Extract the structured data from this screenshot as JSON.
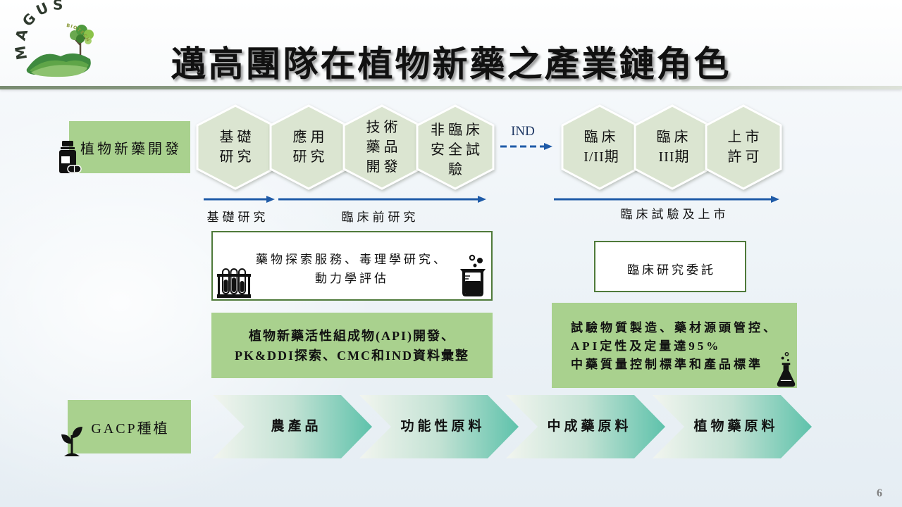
{
  "logo": {
    "brand": "MAGUS",
    "sub": "BIOTECH"
  },
  "title": "邁高團隊在植物新藥之產業鏈角色",
  "development_row": {
    "label": "植物新藥開發",
    "icon": "medicine-bottle-icon",
    "stages": [
      {
        "lines": [
          "基礎",
          "研究"
        ]
      },
      {
        "lines": [
          "應用",
          "研究"
        ]
      },
      {
        "lines": [
          "技術",
          "藥品",
          "開發"
        ]
      },
      {
        "lines": [
          "非臨床",
          "安全試",
          "驗"
        ]
      },
      {
        "lines": [
          "臨床",
          "I/II期"
        ]
      },
      {
        "lines": [
          "臨床",
          "III期"
        ]
      },
      {
        "lines": [
          "上市",
          "許可"
        ]
      }
    ],
    "milestone": "IND"
  },
  "phases": [
    "基礎研究",
    "臨床前研究",
    "臨床試驗及上市"
  ],
  "services": {
    "discovery": {
      "lines": [
        "藥物探索服務、毒理學研究、",
        "動力學評估"
      ],
      "icons": [
        "test-tubes-icon",
        "beaker-icon"
      ]
    },
    "cro": {
      "label": "臨床研究委託"
    },
    "api_development": {
      "lines": [
        "植物新藥活性組成物(API)開發、",
        "PK&DDI探索、CMC和IND資料彙整"
      ]
    },
    "manufacturing": {
      "lines": [
        "試驗物質製造、藥材源頭管控、",
        "API定性及定量達95%",
        "中藥質量控制標準和產品標準"
      ],
      "icon": "flask-icon"
    }
  },
  "cultivation_row": {
    "label": "GACP種植",
    "icon": "sprout-icon",
    "products": [
      "農產品",
      "功能性原料",
      "中成藥原料",
      "植物藥原料"
    ]
  },
  "page_number": "6",
  "colors": {
    "label_green": "#a9d18e",
    "hex_fill": "#dbe5d1",
    "arrow_blue": "#1f5ba8",
    "milestone_navy": "#1f3864",
    "box_border": "#4f7a3a",
    "chevron_start": "#f2f5ef",
    "chevron_mid": "#c3e2d4",
    "chevron_end": "#5ec2ab"
  }
}
